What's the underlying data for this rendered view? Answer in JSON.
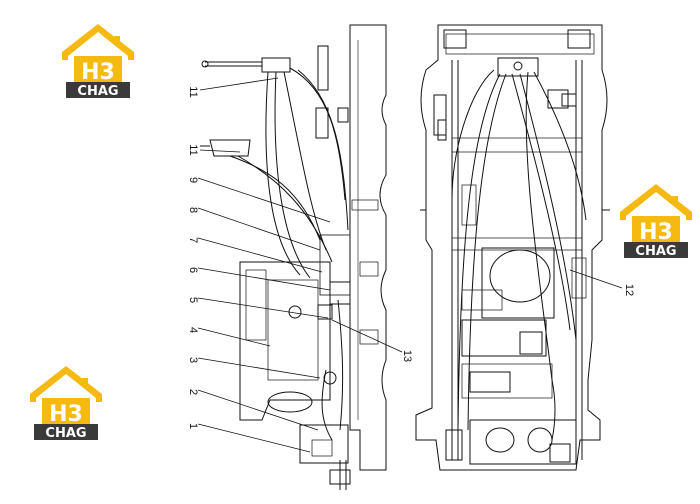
{
  "logo": {
    "mark": "H3",
    "name": "CHAG",
    "colors": {
      "yellow": "#f5b90f",
      "dark": "#3a3a3a",
      "white": "#ffffff"
    }
  },
  "diagram": {
    "line_color": "#111111",
    "callouts": [
      "1",
      "2",
      "3",
      "4",
      "5",
      "6",
      "7",
      "8",
      "9",
      "11",
      "11",
      "13",
      "12"
    ]
  }
}
